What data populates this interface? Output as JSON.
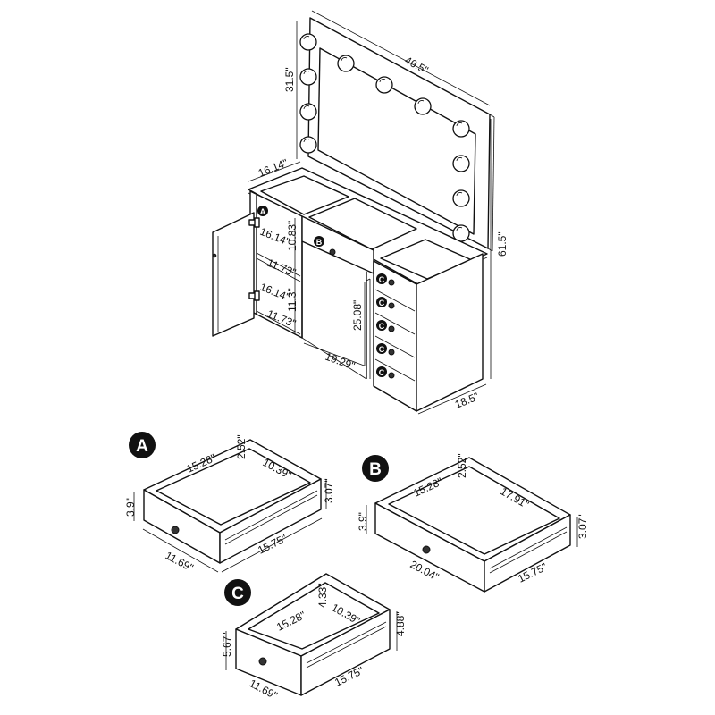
{
  "colors": {
    "line": "#111111",
    "background": "#ffffff",
    "badge": "#111111"
  },
  "vanity": {
    "mirror_width": "46.5\"",
    "mirror_height": "31.5\"",
    "top_depth": "16.14\"",
    "overall_height": "61.5\"",
    "base_depth": "18.5\"",
    "knee_width": "19.29\"",
    "knee_height": "25.08\"",
    "shelf_depth_upper": "16.14\"",
    "shelf_height_upper": "10.83\"",
    "shelf_width_upper": "11.73\"",
    "shelf_depth_lower": "16.14\"",
    "shelf_height_lower": "11.3\"",
    "shelf_width_lower": "11.73\"",
    "label_a": "A",
    "label_b": "B",
    "label_c": [
      "C",
      "C",
      "C",
      "C",
      "C"
    ]
  },
  "drawer_a": {
    "badge": "A",
    "inner_depth": "15.28\"",
    "inner_width": "10.39\"",
    "inner_height": "2.52\"",
    "outer_height": "3.9\"",
    "side_height": "3.07\"",
    "front_width": "11.69\"",
    "side_length": "15.75\""
  },
  "drawer_b": {
    "badge": "B",
    "inner_depth": "15.28\"",
    "inner_width": "17.91\"",
    "inner_height": "2.52\"",
    "outer_height": "3.9\"",
    "side_height": "3.07\"",
    "front_width": "20.04\"",
    "side_length": "15.75\""
  },
  "drawer_c": {
    "badge": "C",
    "inner_depth": "15.28\"",
    "inner_width": "10.39\"",
    "inner_height": "4.33\"",
    "outer_height": "5.67\"",
    "side_height": "4.88\"",
    "front_width": "11.69\"",
    "side_length": "15.75\""
  }
}
